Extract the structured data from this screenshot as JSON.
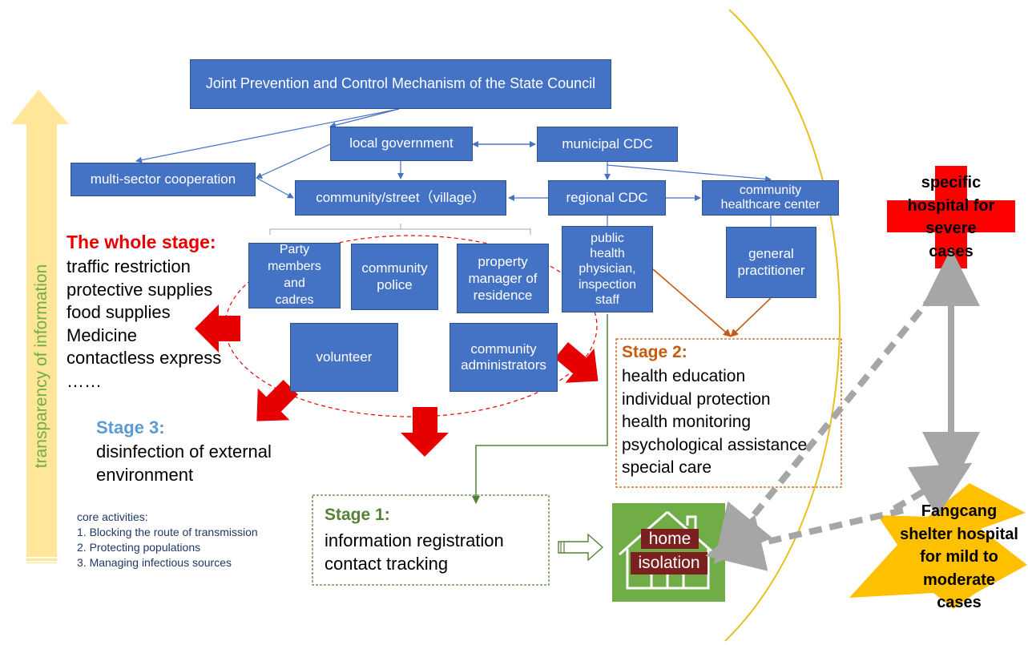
{
  "colors": {
    "box_blue": "#4472c4",
    "red": "#e60000",
    "stage3_blue": "#5b9bd5",
    "green": "#548235",
    "brown": "#c55a11",
    "yellow": "#ffc000",
    "gray": "#a6a6a6"
  },
  "boxes": {
    "joint": "Joint Prevention and Control Mechanism of the State Council",
    "local_gov": "local government",
    "municipal_cdc": "municipal CDC",
    "multi_sector": "multi-sector cooperation",
    "community_street": "community/street（village）",
    "regional_cdc": "regional CDC",
    "community_hc": "community\nhealthcare center",
    "party": "Party\nmembers\nand\ncadres",
    "police": "community\npolice",
    "property": "property\nmanager of\nresidence",
    "physician": "public\nhealth\nphysician,\ninspection\nstaff",
    "gp": "general\npractitioner",
    "volunteer": "volunteer",
    "admins": "community\nadministrators"
  },
  "side_arrow_label": "transparency of information",
  "whole_stage": {
    "title": "The whole stage:",
    "items": [
      "traffic restriction",
      "protective supplies",
      "food supplies",
      "Medicine",
      "contactless express",
      "……"
    ]
  },
  "stage3": {
    "title": "Stage 3:",
    "text": "disinfection of external\nenvironment"
  },
  "stage2": {
    "title": "Stage 2:",
    "items": [
      "health education",
      "individual protection",
      "health monitoring",
      "psychological assistance",
      "special care"
    ]
  },
  "stage1": {
    "title": "Stage 1:",
    "items": [
      "information registration",
      "contact tracking"
    ]
  },
  "core": {
    "title": "core activities:",
    "items": [
      "1.  Blocking the route of transmission",
      "2.  Protecting populations",
      "3.  Managing infectious sources"
    ]
  },
  "home": {
    "line1": "home",
    "line2": "isolation"
  },
  "specific_hospital": "specific\nhospital for\nsevere\ncases",
  "fangcang": "Fangcang\nshelter hospital\nfor mild to\nmoderate\ncases"
}
